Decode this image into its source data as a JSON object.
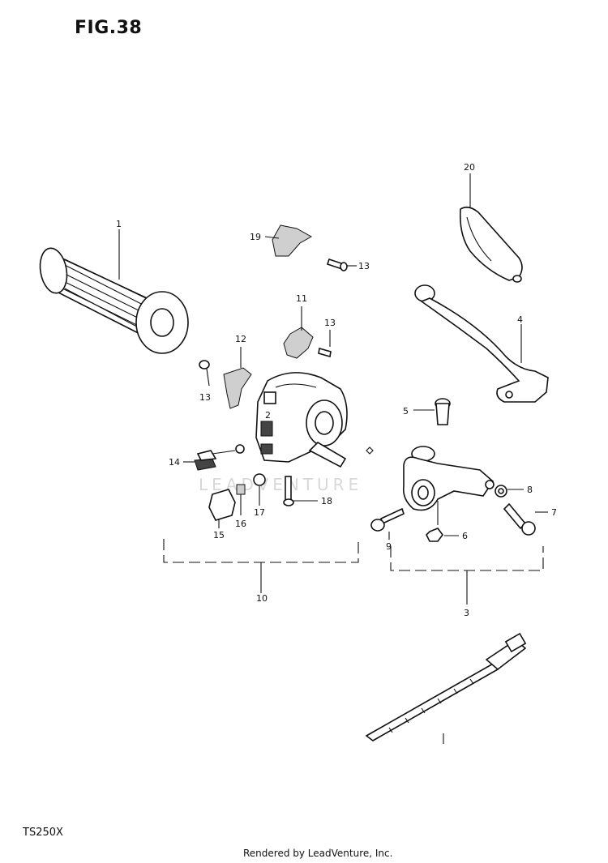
{
  "figure": {
    "title": "FIG.38",
    "model": "TS250X",
    "credit": "Rendered by LeadVenture, Inc.",
    "watermark": "LEADVENTURE"
  },
  "callouts": {
    "n1": "1",
    "n3": "3",
    "n4": "4",
    "n5": "5",
    "n6": "6",
    "n7": "7",
    "n8": "8",
    "n9": "9",
    "n10": "10",
    "n11": "11",
    "n12": "12",
    "n13a": "13",
    "n13b": "13",
    "n13c": "13",
    "n14": "14",
    "n15": "15",
    "n16": "16",
    "n17": "17",
    "n18": "18",
    "n19": "19",
    "n20": "20",
    "n2": "2"
  }
}
